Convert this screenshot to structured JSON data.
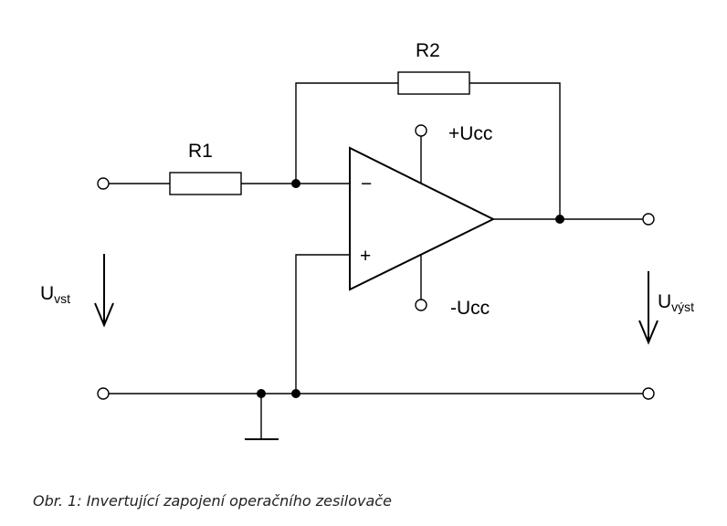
{
  "diagram": {
    "labels": {
      "r1": "R1",
      "r2": "R2",
      "vcc_pos": "+Ucc",
      "vcc_neg": "-Ucc",
      "u_in_main": "U",
      "u_in_sub": "vst",
      "u_out_main": "U",
      "u_out_sub": "výst",
      "minus_sign": "−",
      "plus_sign": "+"
    }
  },
  "caption": "Obr. 1: Invertující zapojení operačního zesilovače"
}
